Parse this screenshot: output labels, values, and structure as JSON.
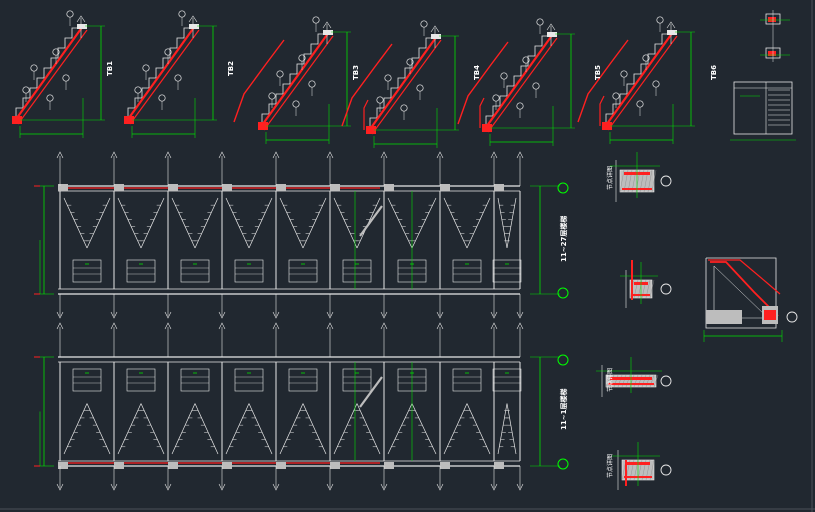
{
  "drawing": {
    "colors": {
      "background": "#212830",
      "linework": "#e8e8e8",
      "dimension": "#00e000",
      "rebar": "#ff2020",
      "hatch": "#bdbdbd",
      "accent_green": "#00ff00"
    },
    "stair_sections": [
      {
        "label": "TB1"
      },
      {
        "label": "TB2"
      },
      {
        "label": "TB3"
      },
      {
        "label": "TB4"
      },
      {
        "label": "TB5"
      },
      {
        "label": "TB6"
      }
    ],
    "plan_views": [
      {
        "label": "11~27层楼梯"
      },
      {
        "label": "11~1层楼梯"
      }
    ],
    "detail_labels": [
      {
        "label": "节点详图"
      },
      {
        "label": "节点详图"
      },
      {
        "label": "节点详图"
      }
    ],
    "icons": [
      "axis-bubble-icon",
      "leader-bubble-icon",
      "break-mark-icon"
    ]
  }
}
